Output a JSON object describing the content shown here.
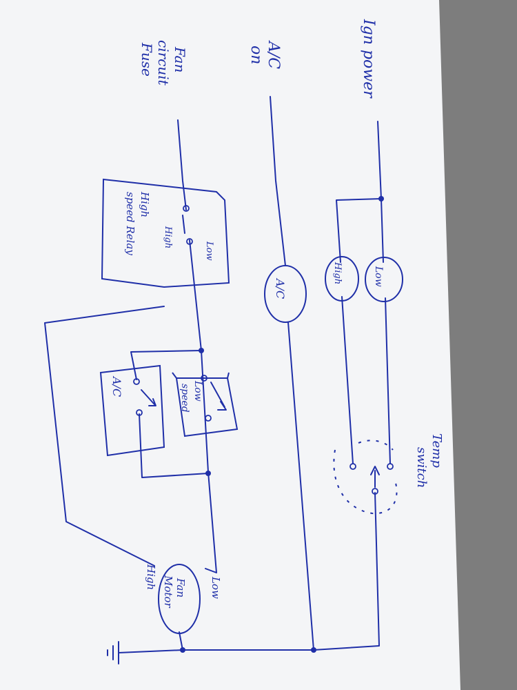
{
  "colors": {
    "ink": "#1f2fa8",
    "paper": "#f4f5f7",
    "desk": "#7d7d7d"
  },
  "inputs": {
    "ign_power": "Ign power",
    "ac_on_line1": "A/C",
    "ac_on_line2": "on",
    "fan_fuse_line1": "Fan",
    "fan_fuse_line2": "circuit",
    "fan_fuse_line3": "Fuse"
  },
  "coils": {
    "low": "Low",
    "high": "High",
    "ac": "A/C"
  },
  "relays": {
    "high_speed_line1": "High",
    "high_speed_line2": "speed Relay",
    "high_contact": "High",
    "low_contact": "Low",
    "low_speed_line1": "Low",
    "low_speed_line2": "speed",
    "ac": "A/C"
  },
  "temp_switch_line1": "Temp",
  "temp_switch_line2": "switch",
  "motor_line1": "Fan",
  "motor_line2": "Motor",
  "motor_high": "High",
  "motor_low": "Low",
  "ground_icon": "ground-symbol-icon"
}
